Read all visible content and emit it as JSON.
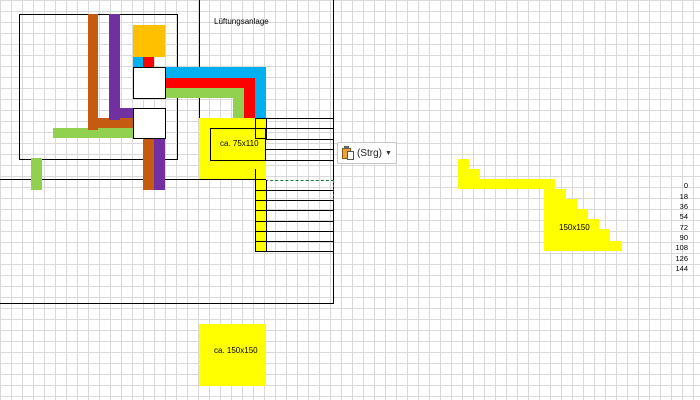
{
  "sheet": {
    "title_label": "Lüftungsanlage",
    "box_small_label": "ca. 75x110",
    "box_bottom_label": "ca. 150x150",
    "stair_shape_label": "150x150"
  },
  "paste_options": {
    "label": "(Strg)",
    "icon": "clipboard-paste-icon"
  },
  "row_values": [
    "0",
    "18",
    "36",
    "54",
    "72",
    "90",
    "108",
    "126",
    "144"
  ],
  "colors": {
    "yellow": "#ffff00",
    "orange": "#ffc000",
    "rust": "#c55a11",
    "purple": "#7030a0",
    "cyan": "#00b0f0",
    "red": "#ff0000",
    "green": "#92d050",
    "grid": "#d9d9d9",
    "dashed_selection": "#217346"
  }
}
